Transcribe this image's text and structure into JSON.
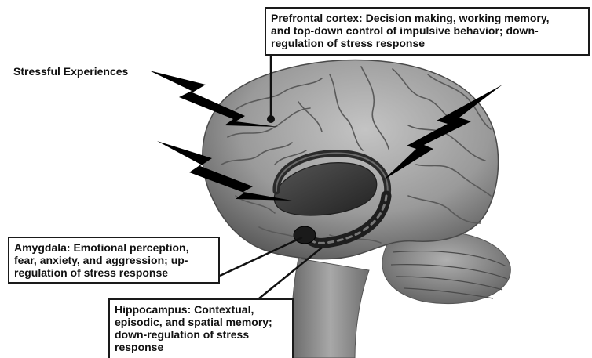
{
  "labels": {
    "stressful_experiences": "Stressful Experiences",
    "prefrontal_cortex": "Prefrontal cortex: Decision making, working memory,\nand top-down control of impulsive behavior; down-\nregulation of  stress response",
    "amygdala": "Amygdala: Emotional perception,\nfear, anxiety, and aggression; up-\nregulation of stress response",
    "hippocampus": "Hippocampus: Contextual,\nepisodic, and spatial memory;\ndown-regulation of stress\nresponse"
  },
  "icons": {
    "stress": "lightning-bolt-icon",
    "brain": "brain-illustration"
  },
  "colors": {
    "brain_base": "#9a9a9a",
    "brain_dark": "#3c3c3c",
    "box_border": "#1a1a1a",
    "bolt": "#000000"
  }
}
